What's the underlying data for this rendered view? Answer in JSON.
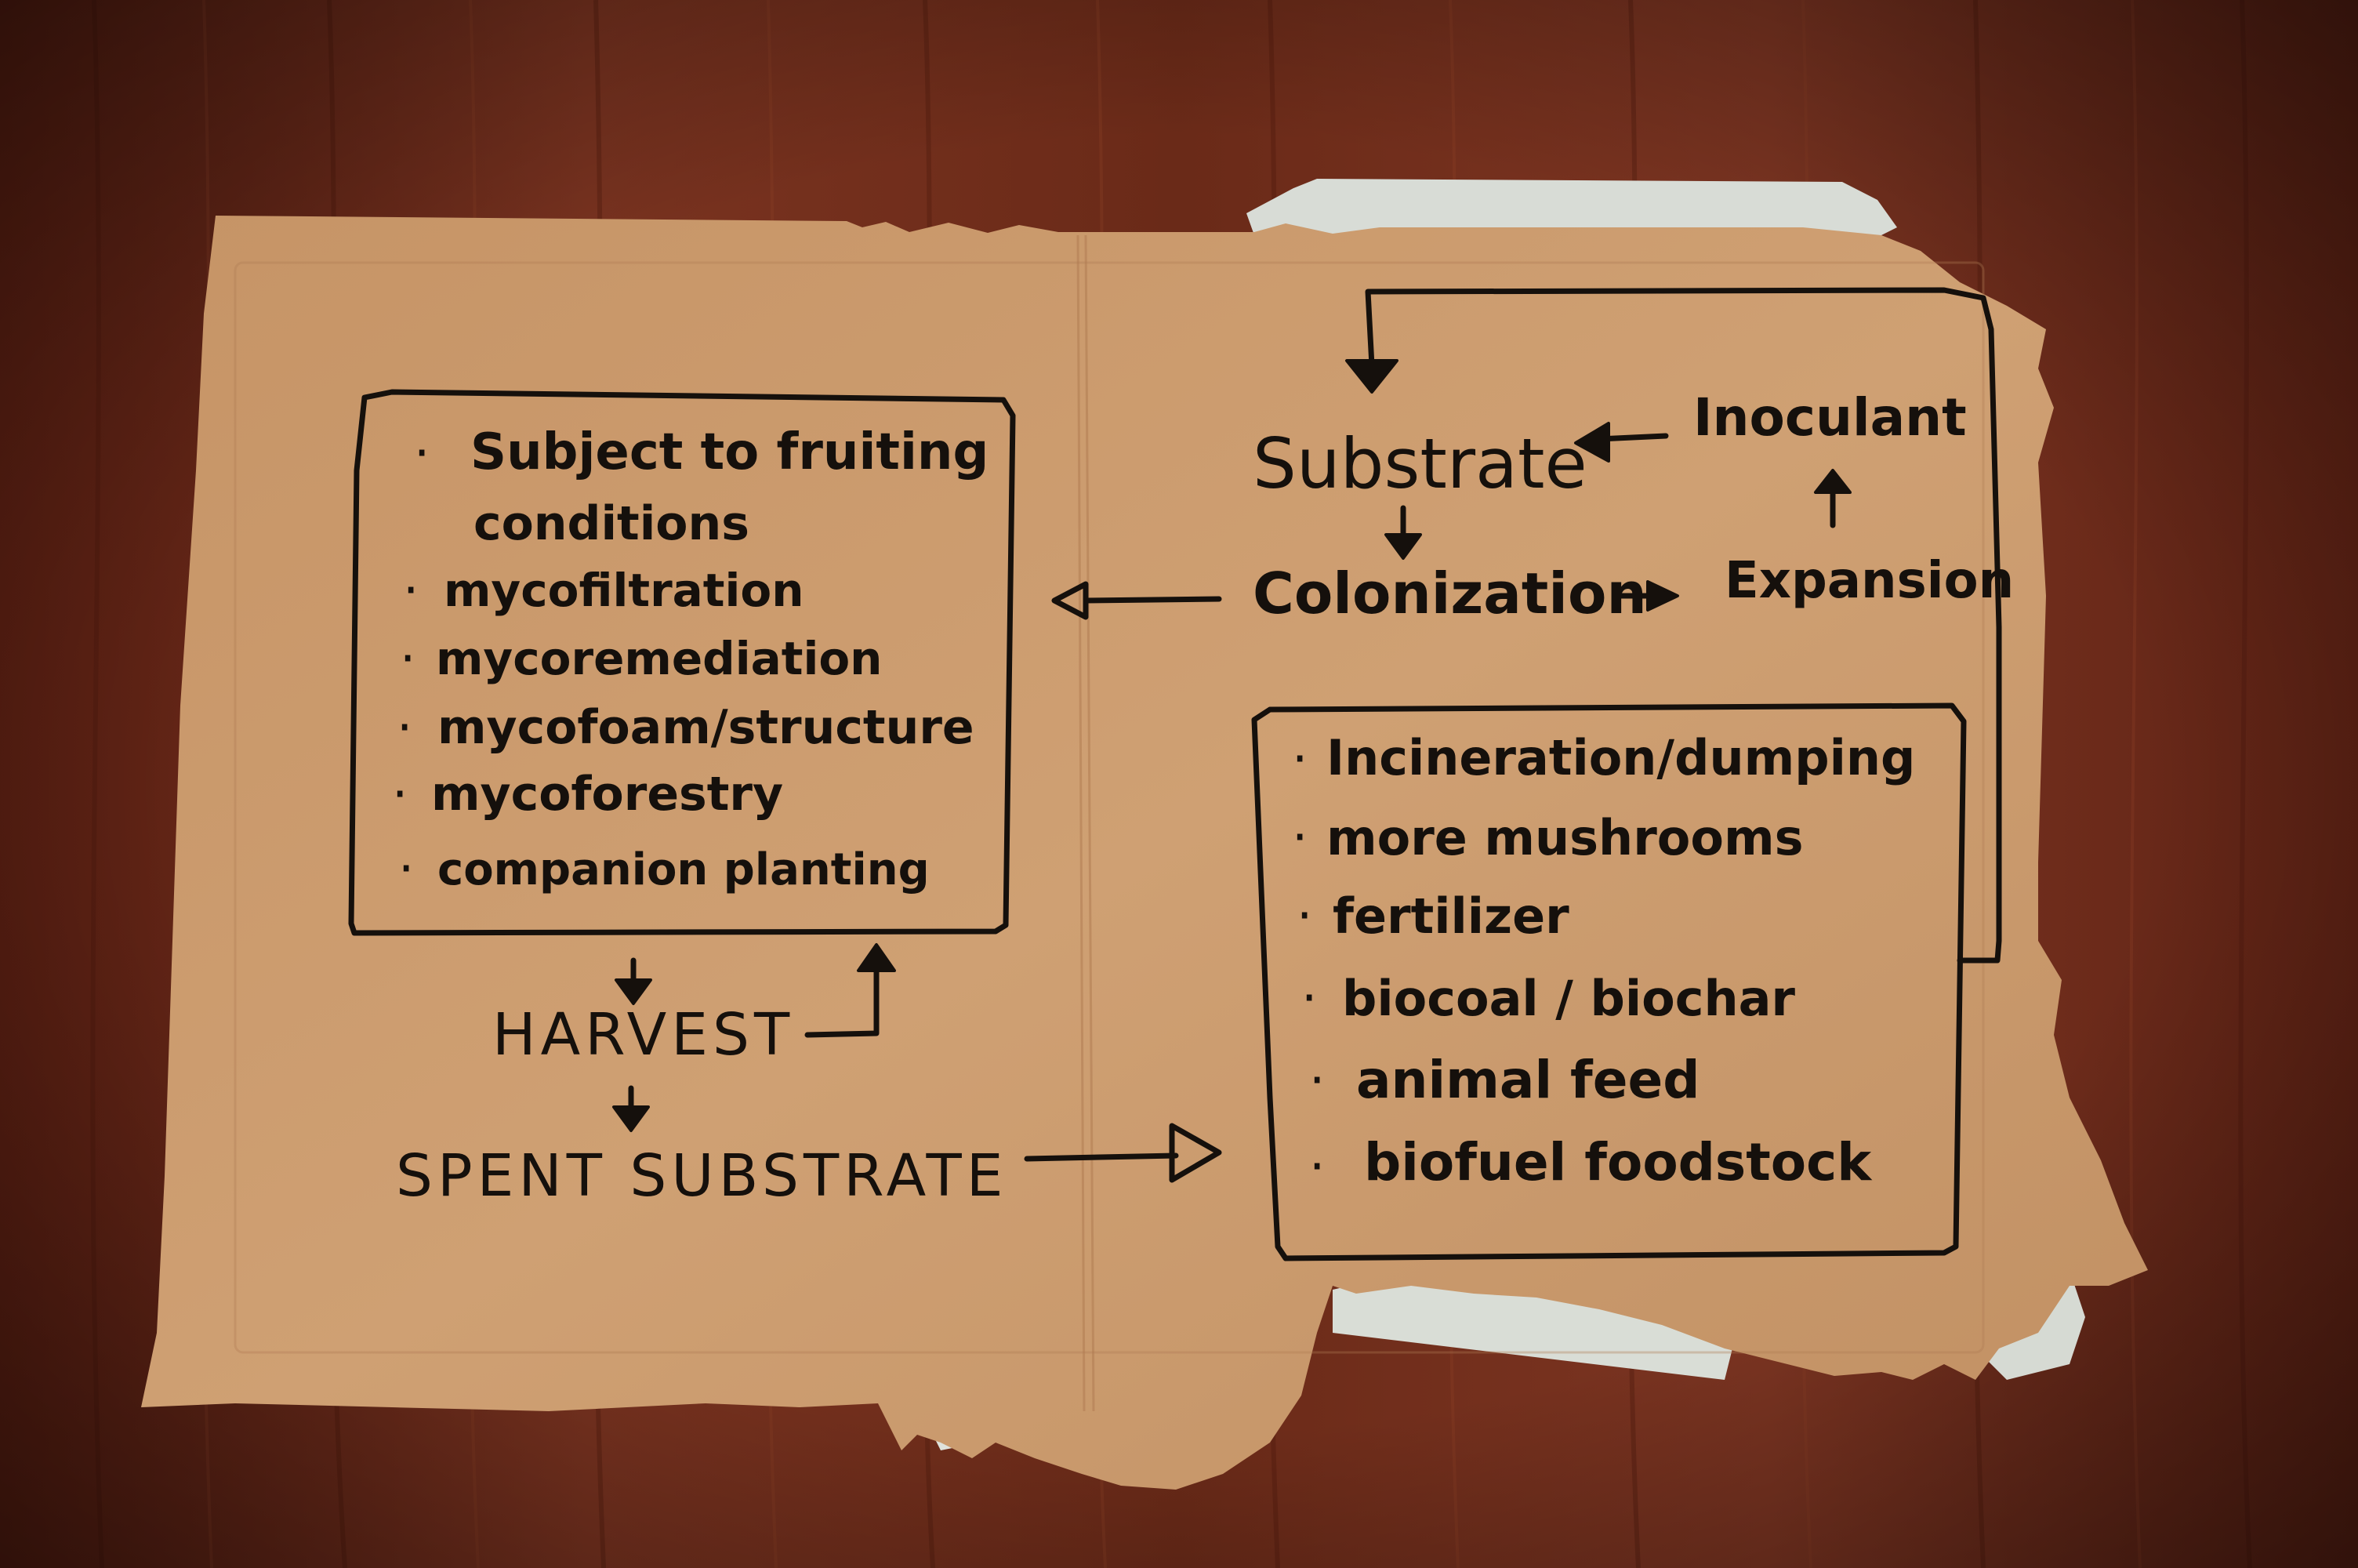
{
  "diagram": {
    "cycle": {
      "substrate": "Substrate",
      "inoculant": "Inoculant",
      "colonization": "Colonization",
      "expansion": "Expansion"
    },
    "uses_box": {
      "items": [
        "Subject to fruiting",
        "conditions",
        "mycofiltration",
        "mycoremediation",
        "mycofoam/structure",
        "mycoforestry",
        "companion planting"
      ]
    },
    "harvest": "HARVEST",
    "spent_substrate": "SPENT SUBSTRATE",
    "spent_uses_box": {
      "items": [
        "Incineration/dumping",
        "more mushrooms",
        "fertilizer",
        "biocoal / biochar",
        "animal feed",
        "biofuel foodstock"
      ]
    }
  },
  "colors": {
    "table_wood": "#6e2a18",
    "cardboard": "#c99a6c",
    "ink": "#15100c"
  }
}
